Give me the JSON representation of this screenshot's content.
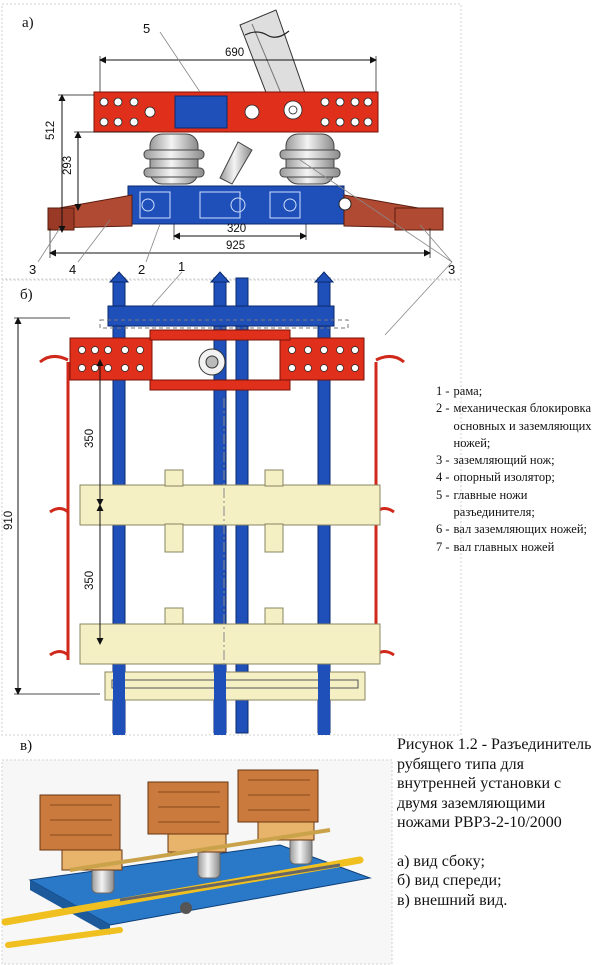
{
  "views": {
    "a": "а)",
    "b": "б)",
    "c": "в)"
  },
  "dimensions": {
    "side_width_top": "690",
    "side_height_total": "512",
    "side_height_low": "293",
    "side_base_inner": "320",
    "side_base_total": "925",
    "front_height_total": "910",
    "front_pitch_upper": "350",
    "front_pitch_lower": "350"
  },
  "callouts": {
    "c5": "5",
    "c3_left": "3",
    "c4": "4",
    "c2": "2",
    "c1": "1",
    "c3_right": "3"
  },
  "legend": [
    {
      "num": "1 -",
      "text": "рама;"
    },
    {
      "num": "2 -",
      "text": "механическая блокировка основных и заземляющих ножей;"
    },
    {
      "num": "3 -",
      "text": "заземляющий нож;"
    },
    {
      "num": "4 -",
      "text": "опорный изолятор;"
    },
    {
      "num": "5 -",
      "text": "главные ножи разъединителя;"
    },
    {
      "num": "6 -",
      "text": "вал заземляющих ножей;"
    },
    {
      "num": "7 -",
      "text": "вал главных ножей"
    }
  ],
  "caption": {
    "title": "Рисунок 1.2 - Разъединитель рубящего типа для внутренней установки с двумя заземляющими ножами РВРЗ-2-10/2000",
    "sub_a": "а) вид сбоку;",
    "sub_b": "б) вид спереди;",
    "sub_c": "в) внешний вид."
  },
  "colors": {
    "frame_blue": "#1f4fb8",
    "contact_red": "#e0301c",
    "insulator_yellow": "#f4f0c4",
    "base_brown": "#b14a33",
    "insulator_white": "#e8e8e8"
  }
}
